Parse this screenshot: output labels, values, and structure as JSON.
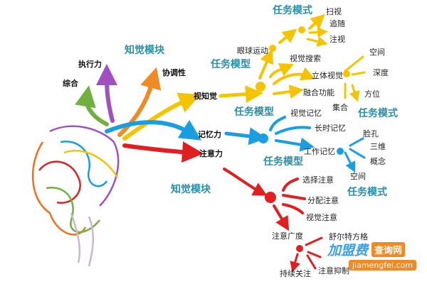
{
  "colors": {
    "yellow": "#f5c400",
    "blue": "#1a9ee0",
    "red": "#e02020",
    "teal": "#2a8fa8",
    "purple": "#a050c0",
    "green": "#70b040",
    "orange": "#f08a24"
  },
  "left": {
    "module_top": "知觉模块",
    "executive": "执行力",
    "synthesis": "综合",
    "coordination": "协调性",
    "visual_perception": "视知觉",
    "memory": "记忆力",
    "attention": "注意力",
    "module_bottom": "知觉模块"
  },
  "visual": {
    "model_label": "任务模型",
    "eye_movement": "眼球运动",
    "mode_label_1": "任务模式",
    "scan": "扫视",
    "pursuit": "追随",
    "fixation": "注视",
    "visual_search": "视觉搜索",
    "stereo_vision": "立体视觉",
    "fusion": "融合功能",
    "convergence": "集合",
    "mode_label_2": "任务模式",
    "space": "空间",
    "depth": "深度",
    "orientation": "方位"
  },
  "memory": {
    "model_label": "任务模型",
    "visual_memory": "视觉记忆",
    "long_term": "长时记忆",
    "working_memory": "工作记忆",
    "face": "脸孔",
    "three_d": "三维",
    "concept": "概念",
    "space": "空间",
    "model_label_2": "任务模型"
  },
  "attention": {
    "mode_label": "任务模式",
    "selective": "选择注意",
    "divided": "分配注意",
    "visual_attention": "视觉注意",
    "span": "注意广度",
    "schulte": "舒尔特方格",
    "sustained": "持续关注",
    "inhibition": "注意抑制"
  },
  "watermark": {
    "brand": "加盟费",
    "tag": "查询网",
    "url": "jiamengfei.com"
  }
}
